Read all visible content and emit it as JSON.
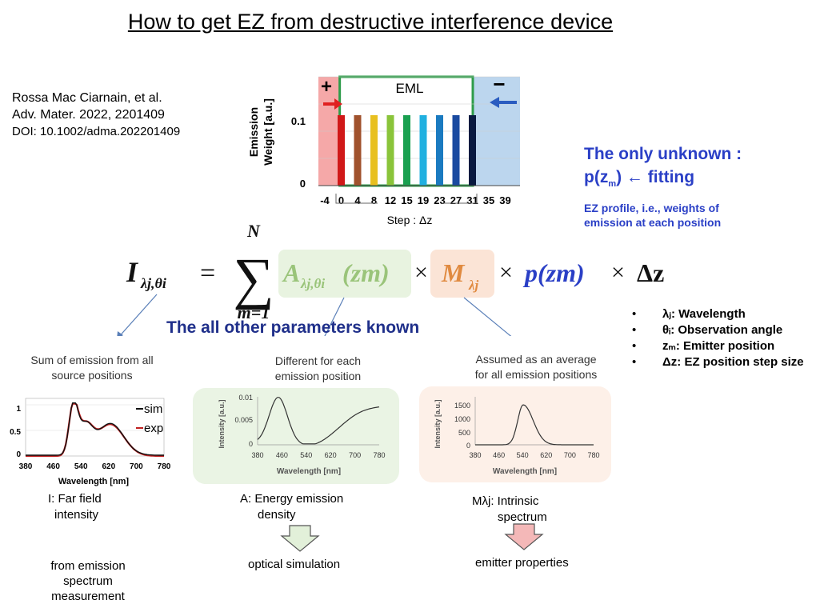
{
  "title": "How to get EZ from destructive interference device",
  "reference": {
    "authors": "Rossa Mac Ciarnain, et al.",
    "journal": "Adv. Mater. 2022, 2201409",
    "doi": "DOI: 10.1002/adma.202201409"
  },
  "emission_chart": {
    "y_label_line1": "Emission",
    "y_label_line2": "Weight [a.u.]",
    "y_ticks": [
      "0.1",
      "0"
    ],
    "x_ticks": [
      "-4",
      "0",
      "4",
      "8",
      "12",
      "15",
      "19",
      "23",
      "27",
      "31",
      "35",
      "39"
    ],
    "eml_label": "EML",
    "plus_sign": "+",
    "minus_sign": "−",
    "step_label": "Step : Δz",
    "bar_values": [
      0.1,
      0.1,
      0.1,
      0.1,
      0.1,
      0.1,
      0.1,
      0.1,
      0.1
    ],
    "bar_colors": [
      "#d01818",
      "#a0522d",
      "#e8c020",
      "#8ac43a",
      "#1aa050",
      "#20b0e0",
      "#1a7ac0",
      "#1a4aa0",
      "#0a1a40"
    ],
    "colors": {
      "hole_region": "#f5a8a8",
      "electron_region": "#bcd6ee",
      "eml_border": "#2e9c4a",
      "plus": "#e02020",
      "minus": "#2a5cc0"
    }
  },
  "unknown": {
    "line1": "The only unknown :",
    "line2": "p(z",
    "line2_sub": "m",
    "line2_end": ") ← fitting"
  },
  "ez_profile": {
    "line1": "EZ profile, i.e., weights of",
    "line2": "emission  at each position"
  },
  "equation": {
    "lhs": "I",
    "lhs_sub": "λj,θi",
    "equals": "=",
    "sum_top": "N",
    "sum_bottom": "m=1",
    "a_term": "A",
    "a_sub": "λj,θi",
    "a_arg": "(zm)",
    "times": "×",
    "m_term": "M",
    "m_sub": "λj",
    "p_term": "p(zm)",
    "dz_term": "Δz"
  },
  "known_params": "The all other parameters known",
  "definitions": [
    "λⱼ: Wavelength",
    "θᵢ: Observation angle",
    "zₘ: Emitter position",
    "Δz: EZ position step size"
  ],
  "far_field": {
    "caption_line1": "Sum of emission from all",
    "caption_line2": "source positions",
    "y_ticks": [
      "1",
      "0.5",
      "0"
    ],
    "x_ticks": [
      "380",
      "460",
      "540",
      "620",
      "700",
      "780"
    ],
    "x_label": "Wavelength [nm]",
    "legend": [
      "sim",
      "exp"
    ],
    "label_line1": "I: Far field",
    "label_line2": "intensity",
    "source_line1": "from emission",
    "source_line2": "spectrum",
    "source_line3": "measurement"
  },
  "density": {
    "caption_line1": "Different for each",
    "caption_line2": "emission position",
    "y_ticks": [
      "0.01",
      "0.005",
      "0"
    ],
    "y_label": "Intensity [a.u.]",
    "x_ticks": [
      "380",
      "460",
      "540",
      "620",
      "700",
      "780"
    ],
    "x_label": "Wavelength [nm]",
    "label_line1": "A: Energy emission",
    "label_line2": "density",
    "source": "optical simulation",
    "panel_color": "#eaf4e4",
    "arrow_color": "#e2f0d9"
  },
  "intrinsic": {
    "caption_line1": "Assumed as an average",
    "caption_line2": "for all emission positions",
    "y_ticks": [
      "1500",
      "1000",
      "500",
      "0"
    ],
    "y_label": "Intensity [a.u.]",
    "x_ticks": [
      "380",
      "460",
      "540",
      "620",
      "700",
      "780"
    ],
    "x_label": "Wavelength [nm]",
    "label_line1": "Mλj: Intrinsic",
    "label_line2": "spectrum",
    "source": "emitter properties",
    "panel_color": "#fdf0e8",
    "arrow_color": "#f4b8b8"
  }
}
